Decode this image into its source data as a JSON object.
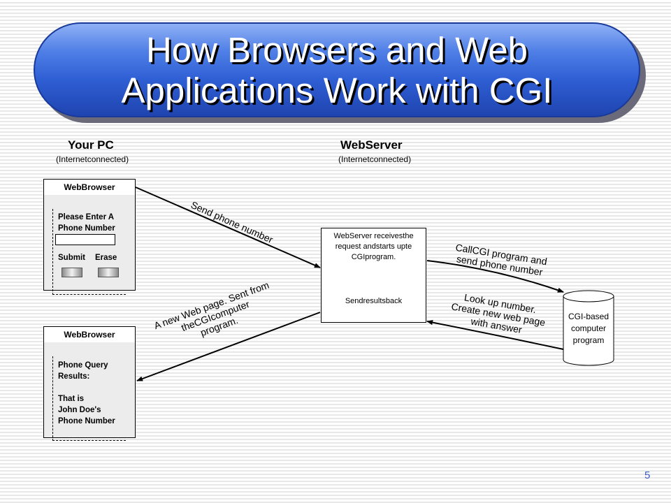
{
  "title": {
    "line1": "How Browsers and Web",
    "line2": "Applications Work with CGI"
  },
  "pc": {
    "heading": "Your PC",
    "sub": "(Internetconnected)"
  },
  "server_col": {
    "heading": "WebServer",
    "sub": "(Internetconnected)"
  },
  "browser_top": {
    "title": "WebBrowser",
    "prompt_line1": "Please Enter A",
    "prompt_line2": "Phone Number",
    "phone_value": "",
    "submit_label": "Submit",
    "erase_label": "Erase"
  },
  "browser_bottom": {
    "title": "WebBrowser",
    "line1": "Phone Query",
    "line2": "Results:",
    "line3": "That is",
    "line4": "John Doe's",
    "line5": "Phone Number"
  },
  "server_box": {
    "line1": "WebServer receivesthe",
    "line2": "request andstarts upte",
    "line3": "CGIprogram.",
    "send_back": "Sendresultsback"
  },
  "cgi_program": {
    "line1": "CGI-based",
    "line2": "computer",
    "line3": "program"
  },
  "arrows": {
    "send_phone": "Send phone number",
    "call_cgi_line1": "CallCGI program and",
    "call_cgi_line2": "send phone number",
    "lookup_line1": "Look up number.",
    "lookup_line2": "Create new web page",
    "lookup_line3": "with answer",
    "new_page_line1": "A new Web page. Sent from",
    "new_page_line2": "theCGIcomputer",
    "new_page_line3": "program."
  },
  "page_number": "5"
}
